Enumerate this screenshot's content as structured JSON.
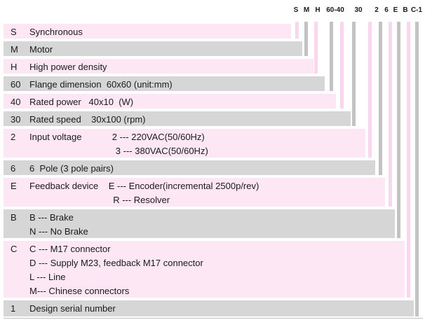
{
  "model_code": [
    {
      "text": "S"
    },
    {
      "text": "M"
    },
    {
      "text": "H"
    },
    {
      "text": "60-40"
    },
    {
      "text": "30"
    },
    {
      "text": "2"
    },
    {
      "text": "6"
    },
    {
      "text": "E"
    },
    {
      "text": "B"
    },
    {
      "text": "C-1"
    }
  ],
  "rows": [
    {
      "code": "S",
      "lines": [
        "Synchronous"
      ]
    },
    {
      "code": "M",
      "lines": [
        "Motor"
      ]
    },
    {
      "code": "H",
      "lines": [
        "High power density"
      ]
    },
    {
      "code": "60",
      "lines": [
        "Flange dimension  60x60 (unit:mm)"
      ]
    },
    {
      "code": "40",
      "lines": [
        "Rated power   40x10  (W)"
      ]
    },
    {
      "code": "30",
      "lines": [
        "Rated speed    30x100 (rpm)"
      ]
    },
    {
      "code": "2",
      "lines": [
        "Input voltage            2 --- 220VAC(50/60Hz)",
        "                                  3 --- 380VAC(50/60Hz)"
      ]
    },
    {
      "code": "6",
      "lines": [
        "6  Pole (3 pole pairs)"
      ]
    },
    {
      "code": "E",
      "lines": [
        "Feedback device    E --- Encoder(incremental 2500p/rev)",
        "                                 R --- Resolver"
      ]
    },
    {
      "code": "B",
      "lines": [
        "B --- Brake",
        "N --- No Brake"
      ]
    },
    {
      "code": "C",
      "lines": [
        "C --- M17 connector",
        "D --- Supply M23, feedback M17 connector",
        "L --- Line",
        "M--- Chinese connectors"
      ]
    },
    {
      "code": "1",
      "lines": [
        "Design serial number"
      ]
    }
  ]
}
